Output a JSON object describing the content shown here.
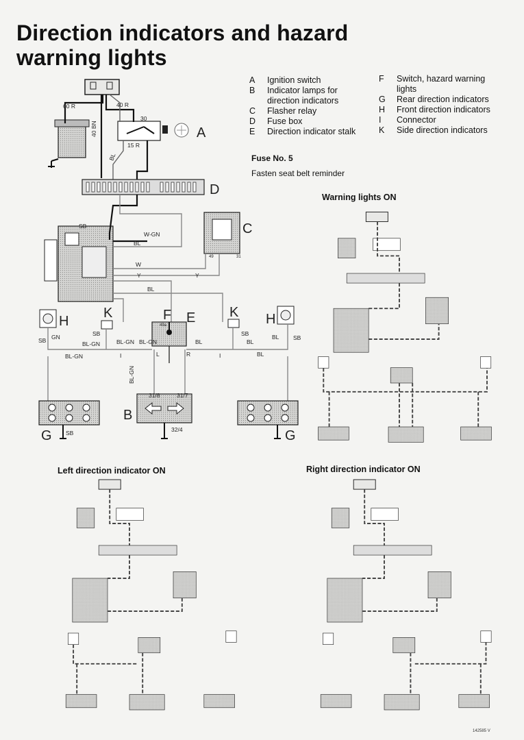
{
  "title": "Direction indicators and hazard warning lights",
  "legend_left": [
    {
      "key": "A",
      "text": "Ignition switch"
    },
    {
      "key": "B",
      "text": "Indicator lamps for direction indicators"
    },
    {
      "key": "C",
      "text": "Flasher relay"
    },
    {
      "key": "D",
      "text": "Fuse box"
    },
    {
      "key": "E",
      "text": "Direction indicator stalk"
    }
  ],
  "legend_right": [
    {
      "key": "F",
      "text": "Switch, hazard warning lights"
    },
    {
      "key": "G",
      "text": "Rear direction indicators"
    },
    {
      "key": "H",
      "text": "Front direction indicators"
    },
    {
      "key": "I",
      "text": "Connector"
    },
    {
      "key": "K",
      "text": "Side direction indicators"
    }
  ],
  "fuse": {
    "label": "Fuse No. 5",
    "note": "Fasten seat belt reminder"
  },
  "captions": {
    "warning": "Warning lights ON",
    "left": "Left direction indicator ON",
    "right": "Right direction indicator ON"
  },
  "component_labels": {
    "A": "A",
    "B": "B",
    "C": "C",
    "D": "D",
    "E": "E",
    "F": "F",
    "G": "G",
    "H": "H",
    "K": "K",
    "I": "I"
  },
  "wire_labels": {
    "w60r": "60 R",
    "w40r": "40 R",
    "w40bn": "40 BN",
    "wbl": "BL",
    "w15r": "15 R",
    "w30": "30",
    "wwgn": "W-GN",
    "wbl15": "BL",
    "ww": "W",
    "wy": "Y",
    "wy2": "Y",
    "wbl2": "BL",
    "wsb": "SB",
    "wgn": "GN",
    "wblgn": "BL-GN",
    "wblgn2": "BL-GN",
    "wblgn3": "BL-GN",
    "wblgn4": "BL-GN",
    "wblgn5": "BL-GN",
    "wbl3": "BL",
    "wbl4": "BL",
    "wbl5": "BL",
    "wbl6": "BL",
    "wsb2": "SB",
    "wsb3": "SB",
    "wsb4": "SB",
    "wsb5": "SB",
    "wsb6": "SB",
    "t31_8": "31/8",
    "t31_7": "31/7",
    "t32_4": "32/4",
    "l": "L",
    "r": "R",
    "t49a": "49a",
    "t49": "49",
    "t31": "31"
  },
  "drawing_code": "142585 V"
}
